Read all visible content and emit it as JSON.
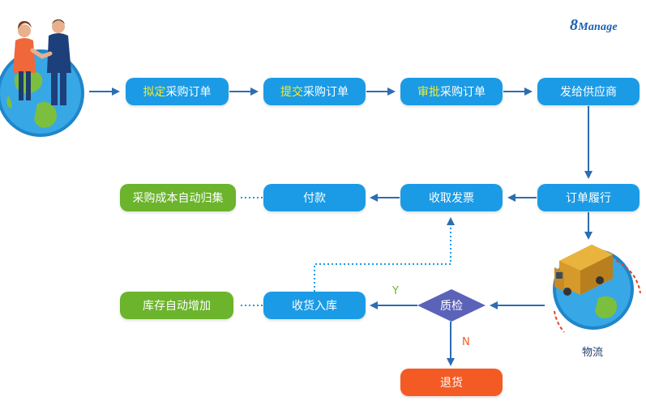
{
  "brand": {
    "prefix": "8",
    "name": "Manage"
  },
  "colors": {
    "process": "#1b9be6",
    "result": "#6bb42c",
    "reject": "#f45b24",
    "decision": "#5b63b8",
    "arrow": "#2c6db3"
  },
  "nodes": {
    "draft": {
      "highlight": "拟定",
      "rest": "采购订单"
    },
    "submit": {
      "highlight": "提交",
      "rest": "采购订单"
    },
    "approve": {
      "highlight": "审批",
      "rest": "采购订单"
    },
    "send": "发给供应商",
    "fulfill": "订单履行",
    "invoice": "收取发票",
    "payment": "付款",
    "cost": "采购成本自动归集",
    "inspect": "质检",
    "receive": "收货入库",
    "stock": "库存自动增加",
    "return": "退货"
  },
  "labels": {
    "yes": "Y",
    "no": "N",
    "logistics": "物流"
  },
  "icons": [
    "handshake-globe-illustration",
    "delivery-truck-globe-illustration"
  ]
}
